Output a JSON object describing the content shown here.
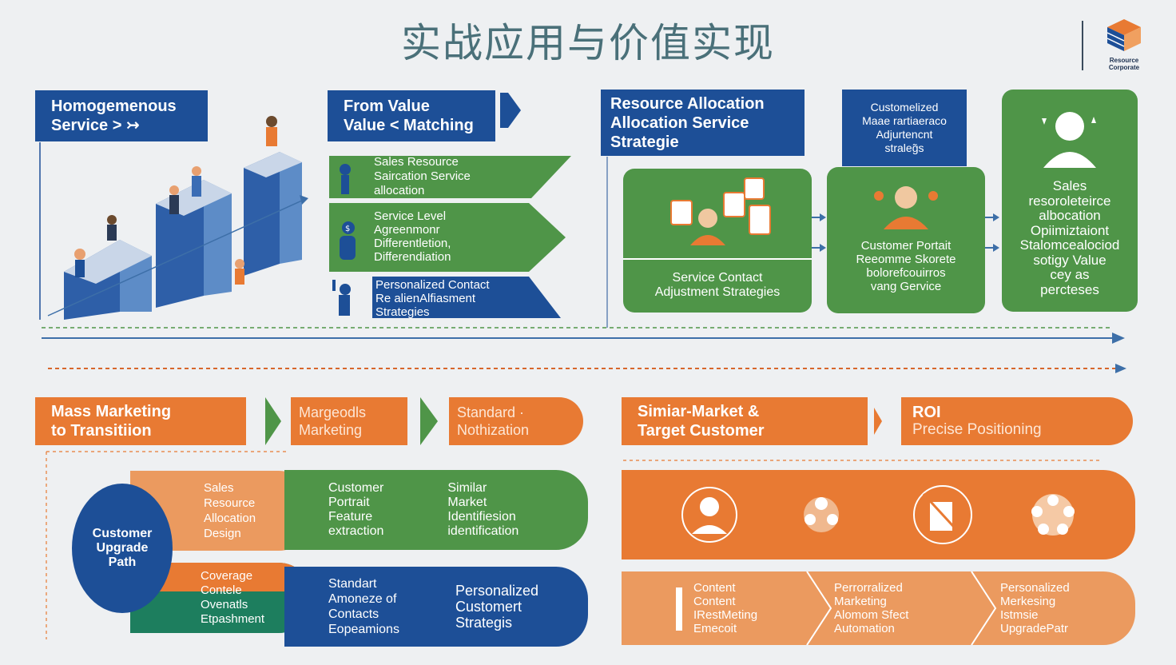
{
  "title": "实战应用与价值实现",
  "logo": {
    "line1": "Resource",
    "line2": "Corporate"
  },
  "top": {
    "homogeneous": "Homogemenous\nService >  ↣",
    "from_value": "From Value\nValue < Matching",
    "resource_alloc": "Resource Allocation\nAllocation Service\nStrategie",
    "customized": "Customelized\nMaae rartiaeraco\nAdjurtencnt\nstraleg̃s",
    "bands": [
      {
        "text": "Sales Resource\nSaircation Service\nallocation",
        "color": "#4f9548"
      },
      {
        "text": "Service Level\nAgreenmonr\nDifferentletion,\nDifferendiation",
        "color": "#4f9548"
      },
      {
        "text": "Personalized Contact\nRe alienAlfiasment\nStrategies",
        "color": "#1d4f97"
      }
    ],
    "card_service_contact": "Service Contact\nAdjustment Strategies",
    "card_customer_portal": "Customer Portait\nReeomme Skorete\nbolorefcouirros\nvang Gervice",
    "card_sales": "Sales\nresoroleteirce\nalbocation\nOpiimiztaiont\nStalomcealociod\nsotigy Value\ncey as\npercteses"
  },
  "bottom": {
    "mass_marketing": "Mass Marketing\nto Transitiion",
    "margeods": "Margeodls\nMarketing",
    "standard_opt": "Standard ·\nNothization",
    "similar_market": "Simiar-Market &\nTarget Customer",
    "roi": "ROI",
    "precise": "Precise Positioning",
    "upgrade_path": "Customer\nUpgrade\nPath",
    "sales_design": "Sales\nResource\nAllocation\nDesign",
    "coverage": "Coverage\nContele\nOvenatls\nEtpashment",
    "customer_profile": "Customer\nPortrait\nFeature\nextraction",
    "similar_market_id": "Similar\nMarket\nIdentifiesion\nidentification",
    "standard_contacts": "Standart\nAmoneze of\nContacts\nEopeamions",
    "personalized_strategies": "Personalized\nCustomert\nStrategis",
    "flow": [
      "Content\nContent\nIRestMeting\nEmecoit",
      "Perrorralized\nMarketing\nAlomom Sfect\nAutomation",
      "Personalized\nMerkesing\nIstmsie\nUpgradePatr"
    ]
  }
}
